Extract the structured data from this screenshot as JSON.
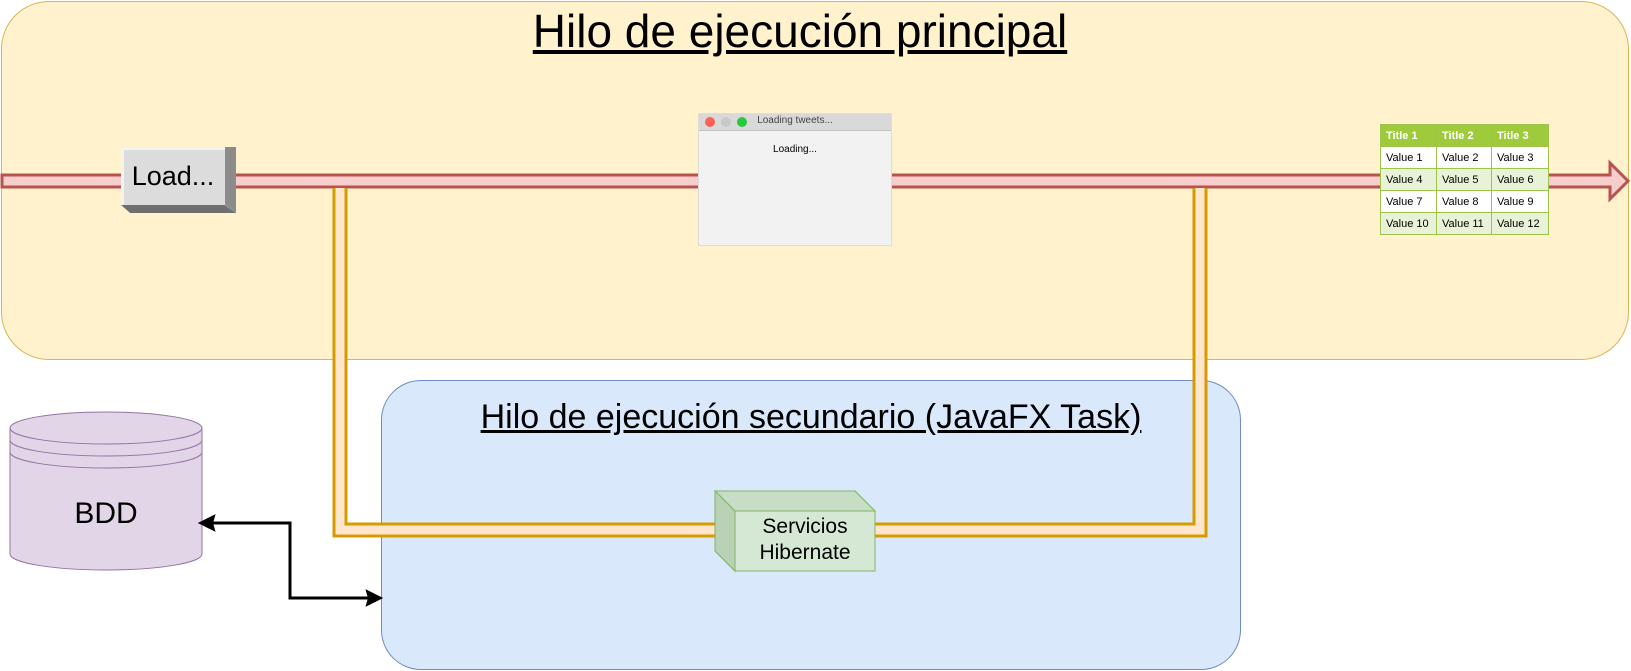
{
  "main_lane": {
    "title": "Hilo de ejecución principal",
    "fill": "#fff2cc",
    "stroke": "#d6b656"
  },
  "secondary_lane": {
    "title": "Hilo de ejecución secundario (JavaFX Task)",
    "fill": "#dae8fc",
    "stroke": "#6c8ebf"
  },
  "load_button": {
    "label": "Load..."
  },
  "loading_window": {
    "title": "Loading tweets...",
    "text": "Loading..."
  },
  "table": {
    "headers": [
      "Title 1",
      "Title 2",
      "Title 3"
    ],
    "rows": [
      [
        "Value 1",
        "Value 2",
        "Value 3"
      ],
      [
        "Value 4",
        "Value 5",
        "Value 6"
      ],
      [
        "Value 7",
        "Value 8",
        "Value 9"
      ],
      [
        "Value 10",
        "Value 11",
        "Value 12"
      ]
    ]
  },
  "database": {
    "label": "BDD",
    "fill": "#e1d5e7",
    "stroke": "#9673a6"
  },
  "service": {
    "label_line1": "Servicios",
    "label_line2": "Hibernate",
    "fill": "#d5e8d4",
    "stroke": "#82b366"
  },
  "colors": {
    "main_arrow_fill": "#f8cecc",
    "main_arrow_stroke": "#b85450",
    "task_path_stroke": "#d79b00",
    "task_path_fill": "#ffe6cc"
  }
}
